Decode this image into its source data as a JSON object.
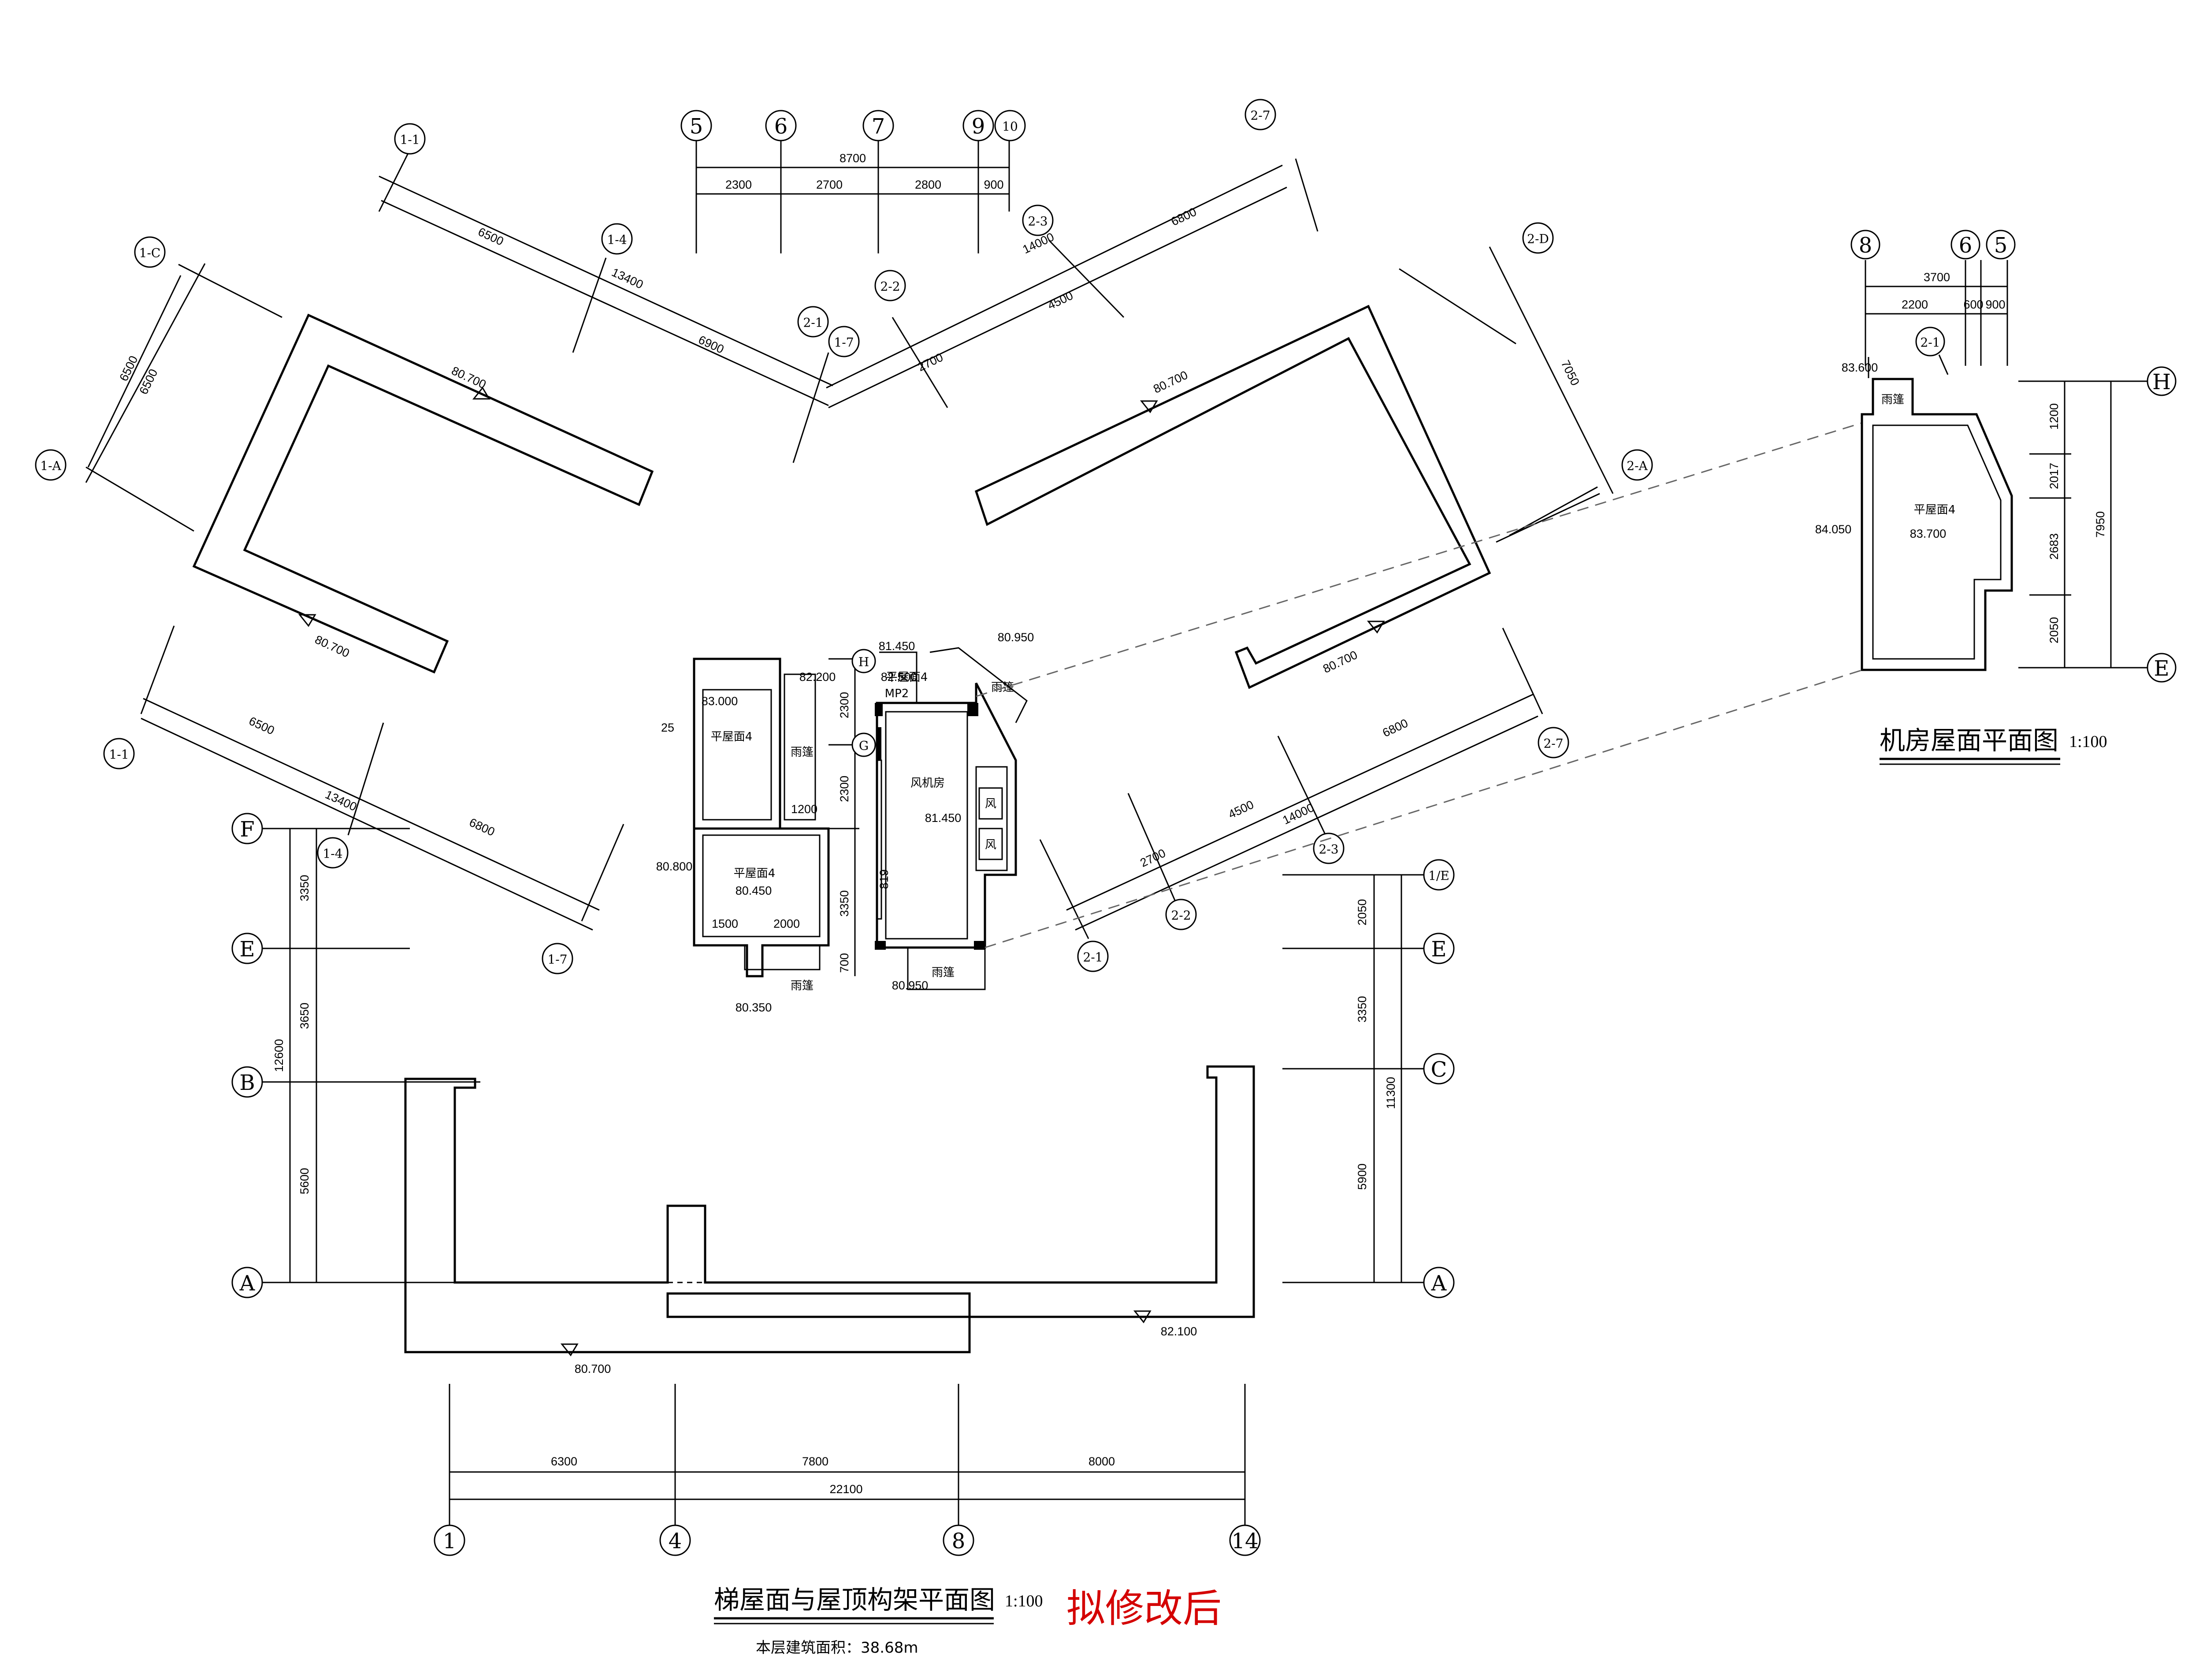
{
  "titles": {
    "main": "梯屋面与屋顶构架平面图",
    "main_scale": "1:100",
    "revision_note": "拟修改后",
    "area_note": "本层建筑面积：38.68m",
    "machine_room": "机房屋面平面图",
    "machine_scale": "1:100"
  },
  "axes": {
    "a1": "1",
    "a4": "4",
    "a8": "8",
    "a14": "14",
    "aA": "A",
    "aB": "B",
    "aE": "E",
    "aF": "F",
    "rA": "A",
    "rC": "C",
    "rE": "E",
    "rIE": "1/E",
    "t5": "5",
    "t6": "6",
    "t7": "7",
    "t9": "9",
    "t10": "10",
    "m8": "8",
    "m6": "6",
    "m5": "5",
    "mH": "H",
    "mE": "E",
    "m21": "2-1",
    "d11": "1-1",
    "d1C": "1-C",
    "d1A": "1-A",
    "d14": "1-4",
    "d21": "2-1",
    "d17": "1-7",
    "d22": "2-2",
    "d23": "2-3",
    "d27": "2-7",
    "d2D": "2-D",
    "d2A": "2-A",
    "l11": "1-1",
    "l14": "1-4",
    "l17": "1-7",
    "r21": "2-1",
    "r22": "2-2",
    "r23": "2-3",
    "r27": "2-7",
    "cH": "H",
    "cG": "G"
  },
  "dims": {
    "b6300": "6300",
    "b7800": "7800",
    "b8000": "8000",
    "b22100": "22100",
    "l3350": "3350",
    "l3650": "3650",
    "l5600": "5600",
    "l12600": "12600",
    "r2050": "2050",
    "r3350": "3350",
    "r5900": "5900",
    "r11300": "11300",
    "t8700": "8700",
    "t2300": "2300",
    "t2700": "2700",
    "t2800": "2800",
    "t900": "900",
    "m3700": "3700",
    "m2200": "2200",
    "m600": "600",
    "m900": "900",
    "m1200": "1200",
    "m2017": "2017",
    "m2683": "2683",
    "m2050": "2050",
    "m7950": "7950",
    "ul6500": "6500",
    "ul13400": "13400",
    "ul6900": "6900",
    "ul6500a": "6500",
    "ul6500b": "6500",
    "ur2700": "2700",
    "ur4500": "4500",
    "ur14000": "14000",
    "ur6800": "6800",
    "ur7050": "7050",
    "ll6500": "6500",
    "ll13400": "13400",
    "ll6800": "6800",
    "lr2700": "2700",
    "lr4500": "4500",
    "lr14000": "14000",
    "lr6800": "6800",
    "c2300a": "2300",
    "c2300b": "2300",
    "c1200": "1200",
    "c3350": "3350",
    "c700": "700",
    "c1500": "1500",
    "c2000": "2000",
    "c819": "819"
  },
  "levels": {
    "ul_top": "80.700",
    "ul_bot": "80.700",
    "ur_top": "80.700",
    "ur_bot": "80.700",
    "bot_left": "80.700",
    "bot_right": "82.100",
    "c83000": "83.000",
    "c82200": "82.200",
    "c81450a": "81.450",
    "c82500": "82.500",
    "c80950a": "80.950",
    "c80800": "80.800",
    "c80450": "80.450",
    "c80350": "80.350",
    "c81450": "81.450",
    "c80950": "80.950",
    "m83600": "83.600",
    "m84050": "84.050",
    "m83700": "83.700"
  },
  "rooms": {
    "roof_a": "平屋面4",
    "roof_b": "平屋面4",
    "canopy_a": "雨篷",
    "canopy_b": "雨篷",
    "canopy_c": "雨篷",
    "canopy_d": "雨篷",
    "fan_room": "风机房",
    "fan1": "风",
    "fan2": "风",
    "roof_c": "平屋面4",
    "mp": "MP2",
    "m_canopy": "雨篷",
    "m_roof": "平屋面4",
    "slope": "25"
  },
  "colors": {
    "line": "#000000",
    "note": "#d40000",
    "leader": "#666666"
  }
}
